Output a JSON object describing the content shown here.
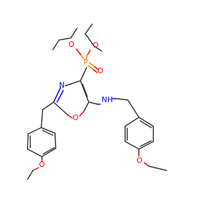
{
  "molecule": {
    "atoms": {
      "o_ethoxy_left": "O",
      "o_ethoxy_right": "O",
      "p": "P",
      "o_double": "O",
      "n_ring": "N",
      "o_ring": "O",
      "nh": "NH",
      "o_methoxy_left": "O",
      "o_methoxy_right": "O"
    }
  },
  "colors": {
    "bond": "#333333",
    "oxygen": "#ff0000",
    "nitrogen": "#0000ff",
    "phosphorus": "#ff8000"
  }
}
